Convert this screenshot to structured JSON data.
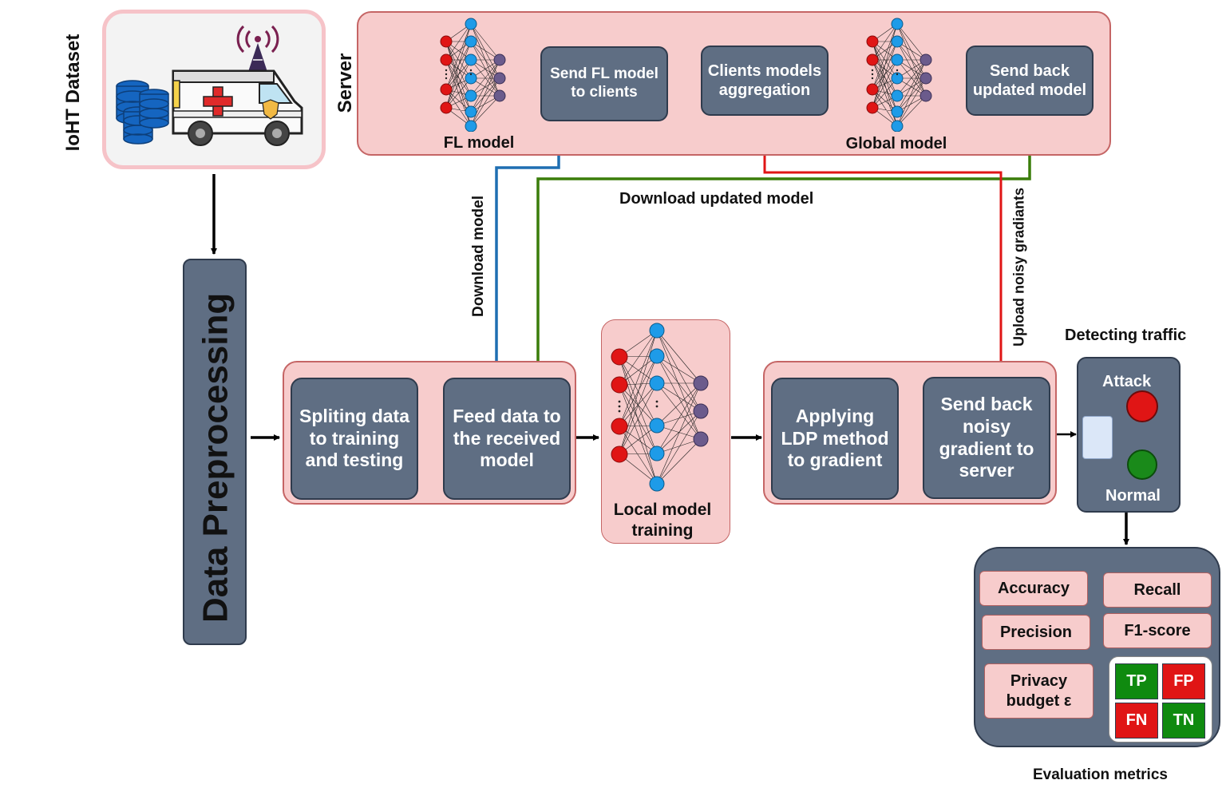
{
  "dataset": {
    "title": "IoHT Dataset"
  },
  "preprocessing": {
    "label": "Data Preprocessing"
  },
  "server": {
    "label": "Server",
    "fl_model_label": "FL model",
    "global_model_label": "Global model",
    "send_fl_model": "Send FL model to clients",
    "aggregation": "Clients models aggregation",
    "send_back_updated": "Send back updated model"
  },
  "flows": {
    "download_model": "Download model",
    "download_updated_model": "Download updated model",
    "upload_noisy_gradients": "Upload noisy gradiants"
  },
  "client": {
    "splitting": "Spliting data to training and testing",
    "feed_data": "Feed data to the received model",
    "local_training": "Local model training",
    "apply_ldp": "Applying LDP method to gradient",
    "send_noisy": "Send back noisy gradient to server"
  },
  "detection": {
    "title": "Detecting traffic",
    "attack": "Attack",
    "normal": "Normal"
  },
  "evaluation": {
    "title": "Evaluation metrics",
    "accuracy": "Accuracy",
    "recall": "Recall",
    "precision": "Precision",
    "f1": "F1-score",
    "privacy": "Privacy budget ε",
    "tp": "TP",
    "fp": "FP",
    "fn": "FN",
    "tn": "TN"
  },
  "colors": {
    "panel_pink": "#f7cccc",
    "box_slate": "#5f6e83",
    "download_blue": "#1f6fb2",
    "updated_green": "#3a7d0a",
    "upload_red": "#e01515",
    "node_red": "#e01515",
    "node_blue": "#1e9be8",
    "node_purple": "#6b5b8c",
    "attack_red": "#e01515",
    "normal_green": "#1a8a1a"
  },
  "icons": [
    "database-icon",
    "ambulance-icon",
    "antenna-icon",
    "neural-network-icon"
  ]
}
